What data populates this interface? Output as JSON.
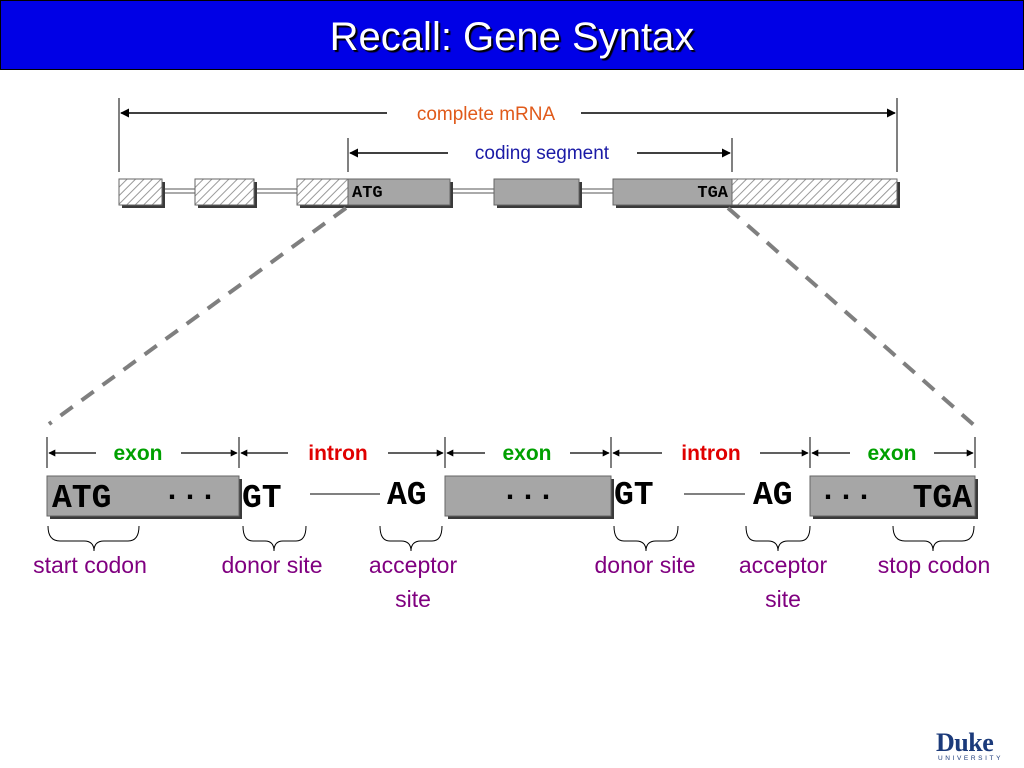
{
  "title": "Recall: Gene Syntax",
  "top": {
    "complete_mrna": "complete mRNA",
    "coding_segment": "coding segment",
    "atg": "ATG",
    "tga": "TGA"
  },
  "regions": {
    "exon1": "exon",
    "intron1": "intron",
    "exon2": "exon",
    "intron2": "intron",
    "exon3": "exon"
  },
  "sequence": {
    "atg": "ATG",
    "dots1": "···",
    "gt1": "GT",
    "ag1": "AG",
    "dots2": "···",
    "gt2": "GT",
    "ag2": "AG",
    "dots3": "···",
    "tga": "TGA"
  },
  "labels": {
    "start_codon": "start codon",
    "donor1": "donor site",
    "acceptor1_line1": "acceptor",
    "acceptor1_line2": "site",
    "donor2": "donor site",
    "acceptor2_line1": "acceptor",
    "acceptor2_line2": "site",
    "stop_codon": "stop codon"
  },
  "logo": {
    "name": "Duke",
    "sub": "UNIVERSITY"
  },
  "colors": {
    "title_bg": "#0000e6",
    "complete_mrna": "#e05a1a",
    "coding_segment": "#1a1aa6",
    "exon": "#00a000",
    "intron": "#e00000",
    "site_label": "#800080",
    "box_fill": "#a6a6a6",
    "dash": "#7f7f7f"
  }
}
